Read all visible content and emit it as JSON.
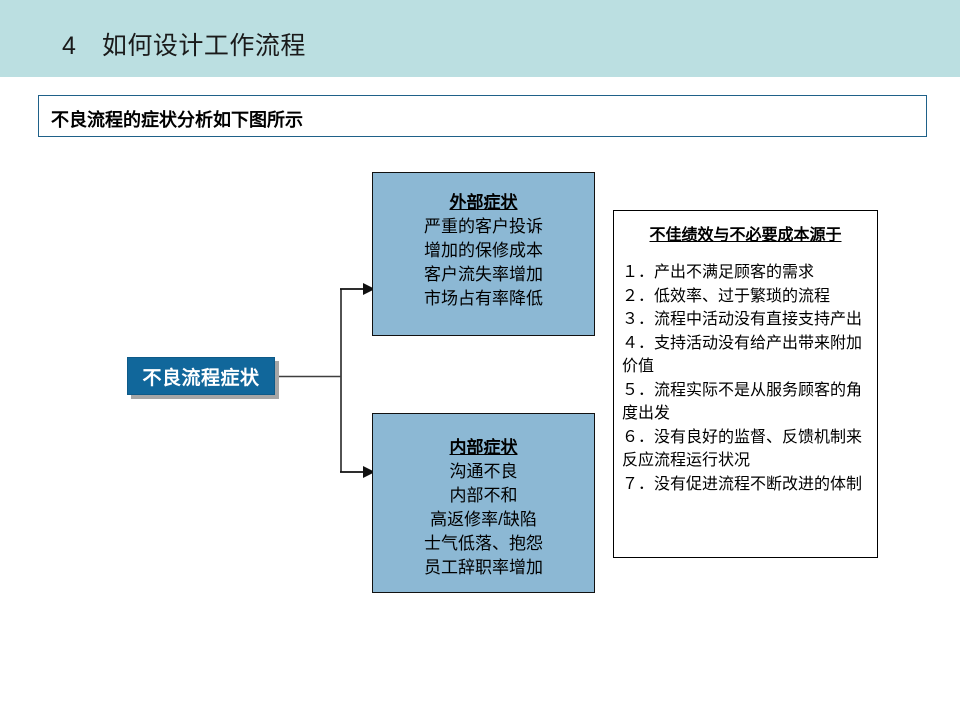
{
  "header": {
    "number": "4",
    "title": "4　如何设计工作流程"
  },
  "subtitle": {
    "text": "不良流程的症状分析如下图所示"
  },
  "diagram": {
    "root": {
      "label": "不良流程症状"
    },
    "branches": [
      {
        "id": "external",
        "title": "外部症状",
        "lines": [
          "严重的客户投诉",
          "增加的保修成本",
          "客户流失率增加",
          "市场占有率降低"
        ]
      },
      {
        "id": "internal",
        "title": "内部症状",
        "lines": [
          "沟通不良",
          "内部不和",
          "高返修率/缺陷",
          "士气低落、抱怨",
          "员工辞职率增加"
        ]
      }
    ],
    "colors": {
      "header_band": "#bbdfe1",
      "root_box": "#11679b",
      "symptom_box": "#8cb8d4",
      "subtitle_border": "#1f6189",
      "panel_border": "#000000"
    }
  },
  "causes_panel": {
    "title": "不佳绩效与不必要成本源于",
    "items": [
      "１．产出不满足顾客的需求",
      "２．低效率、过于繁琐的流程",
      "３．流程中活动没有直接支持产出",
      "４．支持活动没有给产出带来附加价值",
      "５．流程实际不是从服务顾客的角度出发",
      "６．没有良好的监督、反馈机制来反应流程运行状况",
      "７．没有促进流程不断改进的体制"
    ]
  }
}
